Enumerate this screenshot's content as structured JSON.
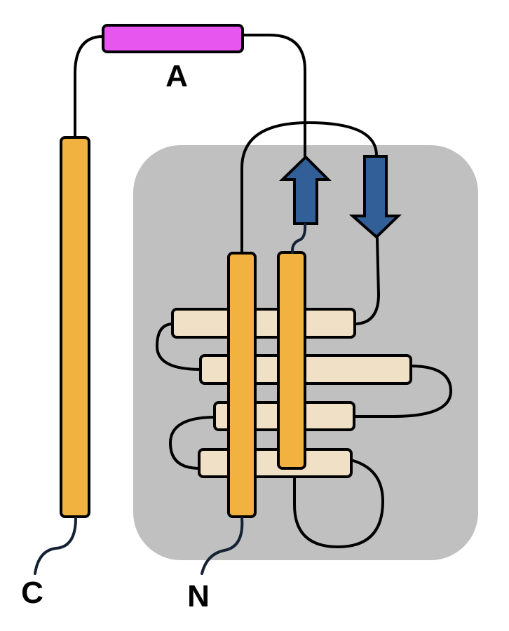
{
  "diagram": {
    "labels": {
      "helix_a": "A",
      "c_terminus": "C",
      "n_terminus": "N"
    },
    "colors": {
      "background": "#ffffff",
      "domain_box": "#c0c0c0",
      "helix_orange": "#f2b240",
      "helix_pale": "#f0e0c6",
      "helix_magenta": "#e756ef",
      "strand_blue": "#335f99",
      "loop_line": "#000000",
      "terminal_tail": "#142233"
    }
  }
}
